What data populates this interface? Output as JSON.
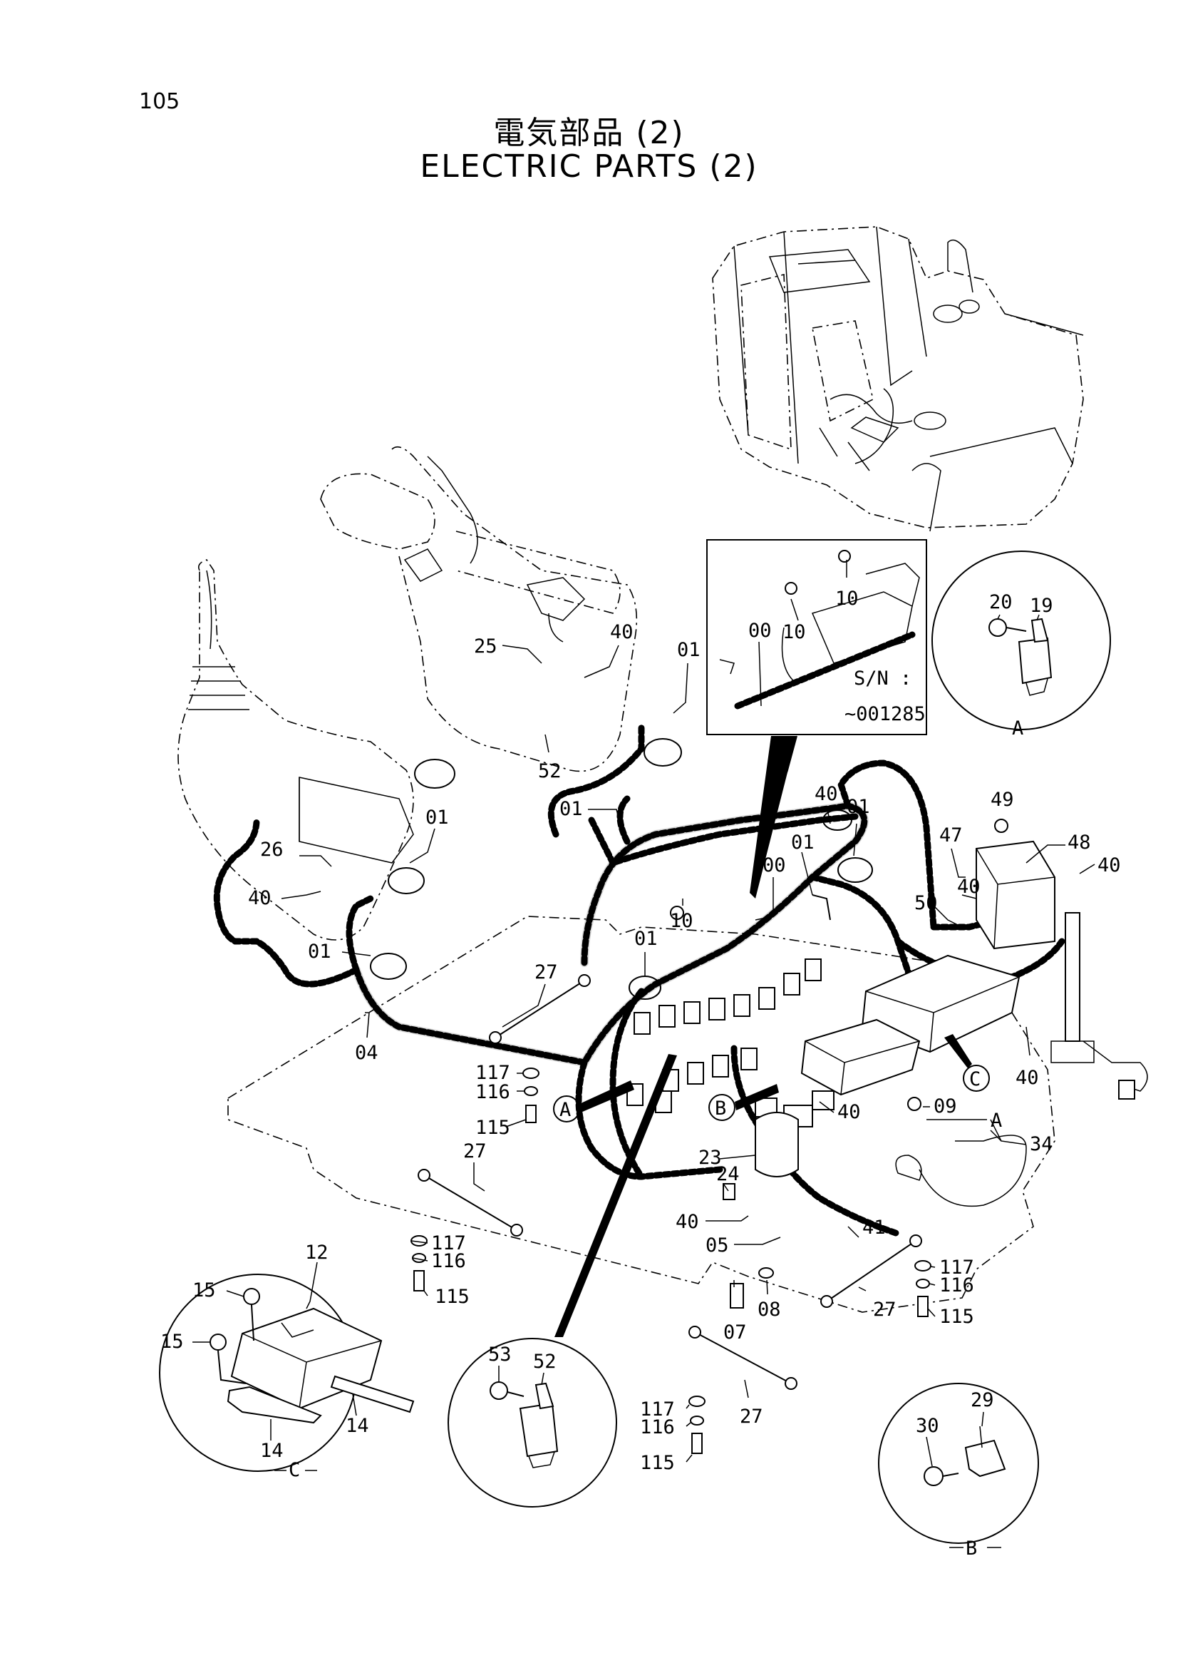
{
  "page": {
    "number": "105",
    "title_jp": "電気部品 (2)",
    "title_en": "ELECTRIC PARTS (2)"
  },
  "serial_note": {
    "line1": "S/N :",
    "line2": "~001285"
  },
  "view_refs": {
    "A": "A",
    "B": "B",
    "C": "C"
  },
  "callouts": {
    "main": [
      {
        "id": "c1",
        "label": "25"
      },
      {
        "id": "c2",
        "label": "40"
      },
      {
        "id": "c3",
        "label": "01"
      },
      {
        "id": "c4",
        "label": "52"
      },
      {
        "id": "c5",
        "label": "01"
      },
      {
        "id": "c6",
        "label": "40"
      },
      {
        "id": "c7",
        "label": "01"
      },
      {
        "id": "c8",
        "label": "00"
      },
      {
        "id": "c9",
        "label": "01"
      },
      {
        "id": "c10",
        "label": "10"
      },
      {
        "id": "c11",
        "label": "01"
      },
      {
        "id": "c12",
        "label": "26"
      },
      {
        "id": "c13",
        "label": "40"
      },
      {
        "id": "c14",
        "label": "01"
      },
      {
        "id": "c15",
        "label": "01"
      },
      {
        "id": "c16",
        "label": "27"
      },
      {
        "id": "c17",
        "label": "04"
      },
      {
        "id": "c18",
        "label": "117"
      },
      {
        "id": "c19",
        "label": "116"
      },
      {
        "id": "c20",
        "label": "115"
      },
      {
        "id": "c21",
        "label": "27"
      },
      {
        "id": "c22",
        "label": "117"
      },
      {
        "id": "c23",
        "label": "116"
      },
      {
        "id": "c24",
        "label": "115"
      },
      {
        "id": "c25",
        "label": "49"
      },
      {
        "id": "c26",
        "label": "47"
      },
      {
        "id": "c27",
        "label": "48"
      },
      {
        "id": "c28",
        "label": "40"
      },
      {
        "id": "c29",
        "label": "40"
      },
      {
        "id": "c30",
        "label": "50"
      },
      {
        "id": "c31",
        "label": "40"
      },
      {
        "id": "c32",
        "label": "40"
      },
      {
        "id": "c33",
        "label": "09"
      },
      {
        "id": "c34",
        "label": "A"
      },
      {
        "id": "c35",
        "label": "34"
      },
      {
        "id": "c36",
        "label": "23"
      },
      {
        "id": "c37",
        "label": "24"
      },
      {
        "id": "c38",
        "label": "40"
      },
      {
        "id": "c39",
        "label": "05"
      },
      {
        "id": "c40",
        "label": "41"
      },
      {
        "id": "c41",
        "label": "07"
      },
      {
        "id": "c42",
        "label": "08"
      },
      {
        "id": "c43",
        "label": "27"
      },
      {
        "id": "c44",
        "label": "117"
      },
      {
        "id": "c45",
        "label": "116"
      },
      {
        "id": "c46",
        "label": "115"
      },
      {
        "id": "c47",
        "label": "117"
      },
      {
        "id": "c48",
        "label": "116"
      },
      {
        "id": "c49",
        "label": "115"
      },
      {
        "id": "c50",
        "label": "27"
      }
    ],
    "inset_serial": [
      {
        "id": "s1",
        "label": "10"
      },
      {
        "id": "s2",
        "label": "10"
      },
      {
        "id": "s3",
        "label": "00"
      }
    ],
    "detail_a": [
      {
        "id": "a1",
        "label": "20"
      },
      {
        "id": "a2",
        "label": "19"
      }
    ],
    "detail_b": [
      {
        "id": "b1",
        "label": "29"
      },
      {
        "id": "b2",
        "label": "30"
      }
    ],
    "detail_c": [
      {
        "id": "k1",
        "label": "12"
      },
      {
        "id": "k2",
        "label": "15"
      },
      {
        "id": "k3",
        "label": "15"
      },
      {
        "id": "k4",
        "label": "14"
      },
      {
        "id": "k5",
        "label": "14"
      }
    ],
    "detail_relay": [
      {
        "id": "r1",
        "label": "53"
      },
      {
        "id": "r2",
        "label": "52"
      }
    ]
  }
}
